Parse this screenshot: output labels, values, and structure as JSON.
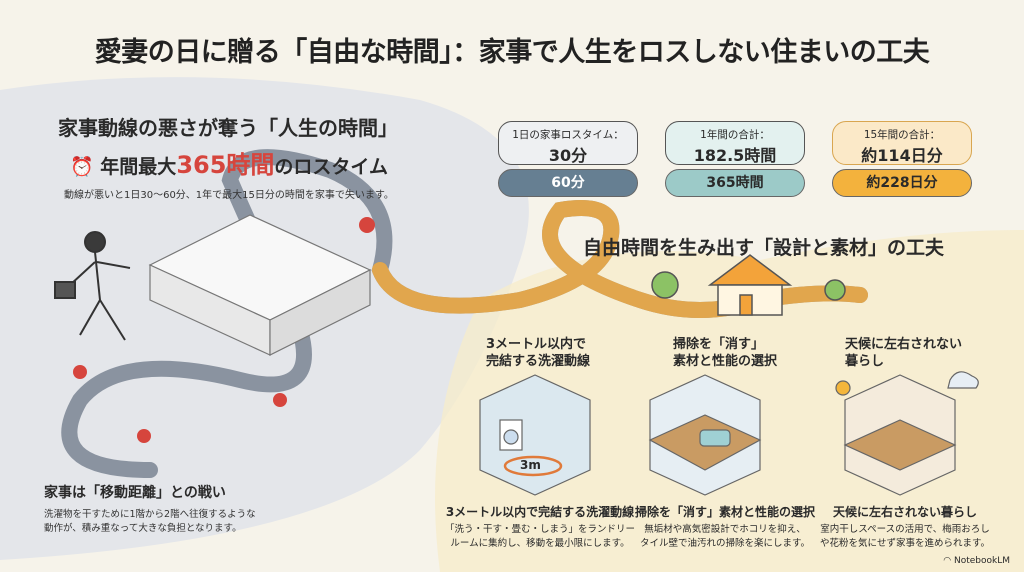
{
  "title": "愛妻の日に贈る「自由な時間」：家事で人生をロスしない住まいの工夫",
  "problem": {
    "heading": "家事動線の悪さが奪う「人生の時間」",
    "lead_prefix": "年間最大",
    "lead_highlight": "365時間",
    "lead_suffix": "のロスタイム",
    "description": "動線が悪いと1日30〜60分、1年で最大15日分の時間を家事で失います。"
  },
  "stats": [
    {
      "label": "1日の家事ロスタイム：",
      "value": "30分",
      "alt": "60分",
      "color": "#667f92",
      "light": "#eef0f2"
    },
    {
      "label": "1年間の合計：",
      "value": "182.5時間",
      "alt": "365時間",
      "color": "#9ccac8",
      "light": "#e3f1ef"
    },
    {
      "label": "15年間の合計：",
      "value": "約114日分",
      "alt": "約228日分",
      "color": "#f3b23d",
      "light": "#fbe9c8"
    }
  ],
  "battle": {
    "heading": "家事は「移動距離」との戦い",
    "description_1": "洗濯物を干すために1階から2階へ往復するような",
    "description_2": "動作が、積み重なって大きな負担となります。"
  },
  "solution": {
    "heading": "自由時間を生み出す「設計と素材」の工夫"
  },
  "features": [
    {
      "title_1": "3メートル以内で",
      "title_2": "完結する洗濯動線",
      "badge": "3m",
      "caption": "3メートル以内で完結する洗濯動線",
      "desc_1": "「洗う・干す・畳む・しまう」をランドリー",
      "desc_2": "ルームに集約し、移動を最小限にします。"
    },
    {
      "title_1": "掃除を「消す」",
      "title_2": "素材と性能の選択",
      "caption": "掃除を「消す」素材と性能の選択",
      "desc_1": "無垢材や高気密設計でホコリを抑え、",
      "desc_2": "タイル壁で油汚れの掃除を楽にします。"
    },
    {
      "title_1": "天候に左右されない",
      "title_2": "暮らし",
      "caption": "天候に左右されない暮らし",
      "desc_1": "室内干しスペースの活用で、梅雨おろし",
      "desc_2": "や花粉を気にせず家事を進められます。"
    }
  ],
  "brand": "NotebookLM"
}
